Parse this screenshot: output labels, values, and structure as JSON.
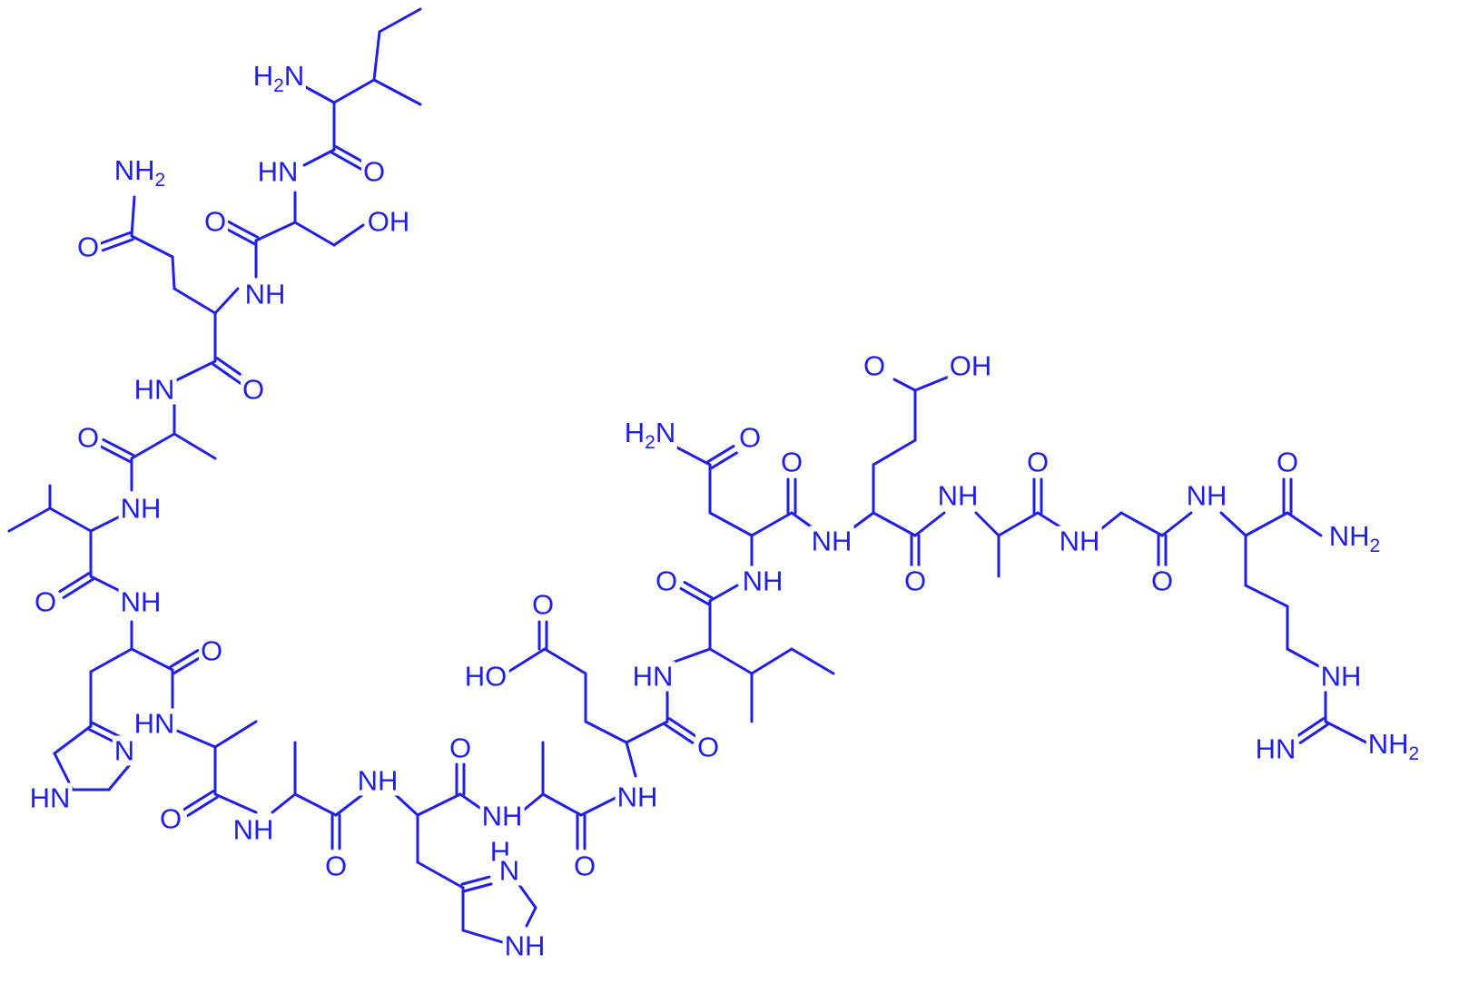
{
  "colors": {
    "ink": "#1f1fe6",
    "background": "#ffffff"
  },
  "atoms": {
    "h2n_top": "H2N",
    "nh2_gln": "NH2",
    "hn_ser": "HN",
    "o_ile1": "O",
    "o_ser": "O",
    "oh_ser": "OH",
    "o_gln_side": "O",
    "nh_gln": "NH",
    "hn_ala1": "HN",
    "o_gln": "O",
    "o_ala1": "O",
    "nh_val": "NH",
    "o_val": "O",
    "nh_his1": "NH",
    "o_his1": "O",
    "hn_ala2": "HN",
    "n_im1": "N",
    "hn_im1": "HN",
    "o_ala2": "O",
    "nh_ala3": "NH",
    "o_ala3": "O",
    "nh_his2": "NH",
    "o_his2": "O",
    "nh_ala4": "NH",
    "h_im2": "H",
    "n_im2": "N",
    "nh_im2": "NH",
    "o_ala4": "O",
    "o_glu1_side": "O",
    "ho_glu1": "HO",
    "nh_glu1": "NH",
    "o_glu1": "O",
    "hn_ile2": "HN",
    "o_ile2": "O",
    "nh_asn": "NH",
    "h2n_asn": "H2N",
    "o_asn_side": "O",
    "o_asn": "O",
    "nh_glu2": "NH",
    "o_glu2_side": "O",
    "oh_glu2": "OH",
    "o_glu2": "O",
    "nh_ala5": "NH",
    "o_ala5": "O",
    "nh_gly": "NH",
    "o_gly": "O",
    "nh_arg": "NH",
    "o_arg": "O",
    "nh2_arg": "NH2",
    "nh_guan": "NH",
    "hn_guan": "HN",
    "nh2_guan": "NH2"
  }
}
